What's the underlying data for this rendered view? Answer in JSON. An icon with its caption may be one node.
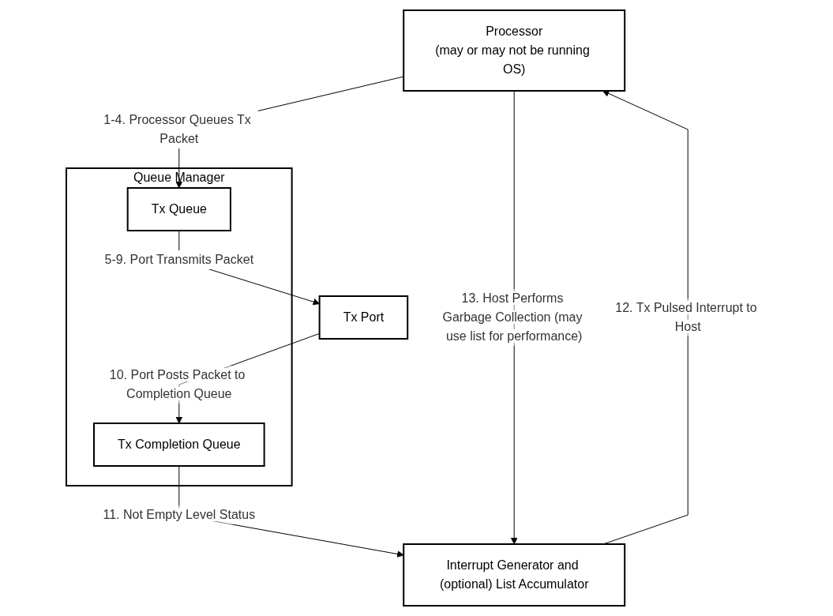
{
  "diagram": {
    "nodes": [
      {
        "text": [
          "Processor",
          "(may or may not be running OS)"
        ]
      },
      {
        "text": [
          "Interrupt Generator and (optional) List Accumulator"
        ]
      },
      {
        "text": [
          "Queue Manager"
        ]
      },
      {
        "text": [
          "Tx Queue"
        ],
        "in": 2
      },
      {
        "text": [
          "Tx Completion Queue"
        ],
        "in": 2
      },
      {
        "text": [
          "Tx Port"
        ]
      }
    ],
    "edges": [
      {
        "from": 0,
        "to": 3,
        "arrow": "to",
        "label": "1-4. Processor Queues Tx Packet"
      },
      {
        "from": 3,
        "to": 5,
        "arrow": "to",
        "label": "5-9. Port Transmits Packet"
      },
      {
        "from": 5,
        "to": 4,
        "arrow": "to",
        "label": "10. Port Posts Packet to Completion Queue"
      },
      {
        "from": 4,
        "to": 1,
        "arrow": "to",
        "label": "11. Not Empty Level Status"
      },
      {
        "from": 1,
        "to": 0,
        "arrow": "to",
        "label": "12. Tx Pulsed Interrupt to Host"
      },
      {
        "from": 0,
        "to": 1,
        "arrow": "to",
        "label": "13. Host Performs Garbage Collection (may use list for performance)"
      }
    ]
  }
}
